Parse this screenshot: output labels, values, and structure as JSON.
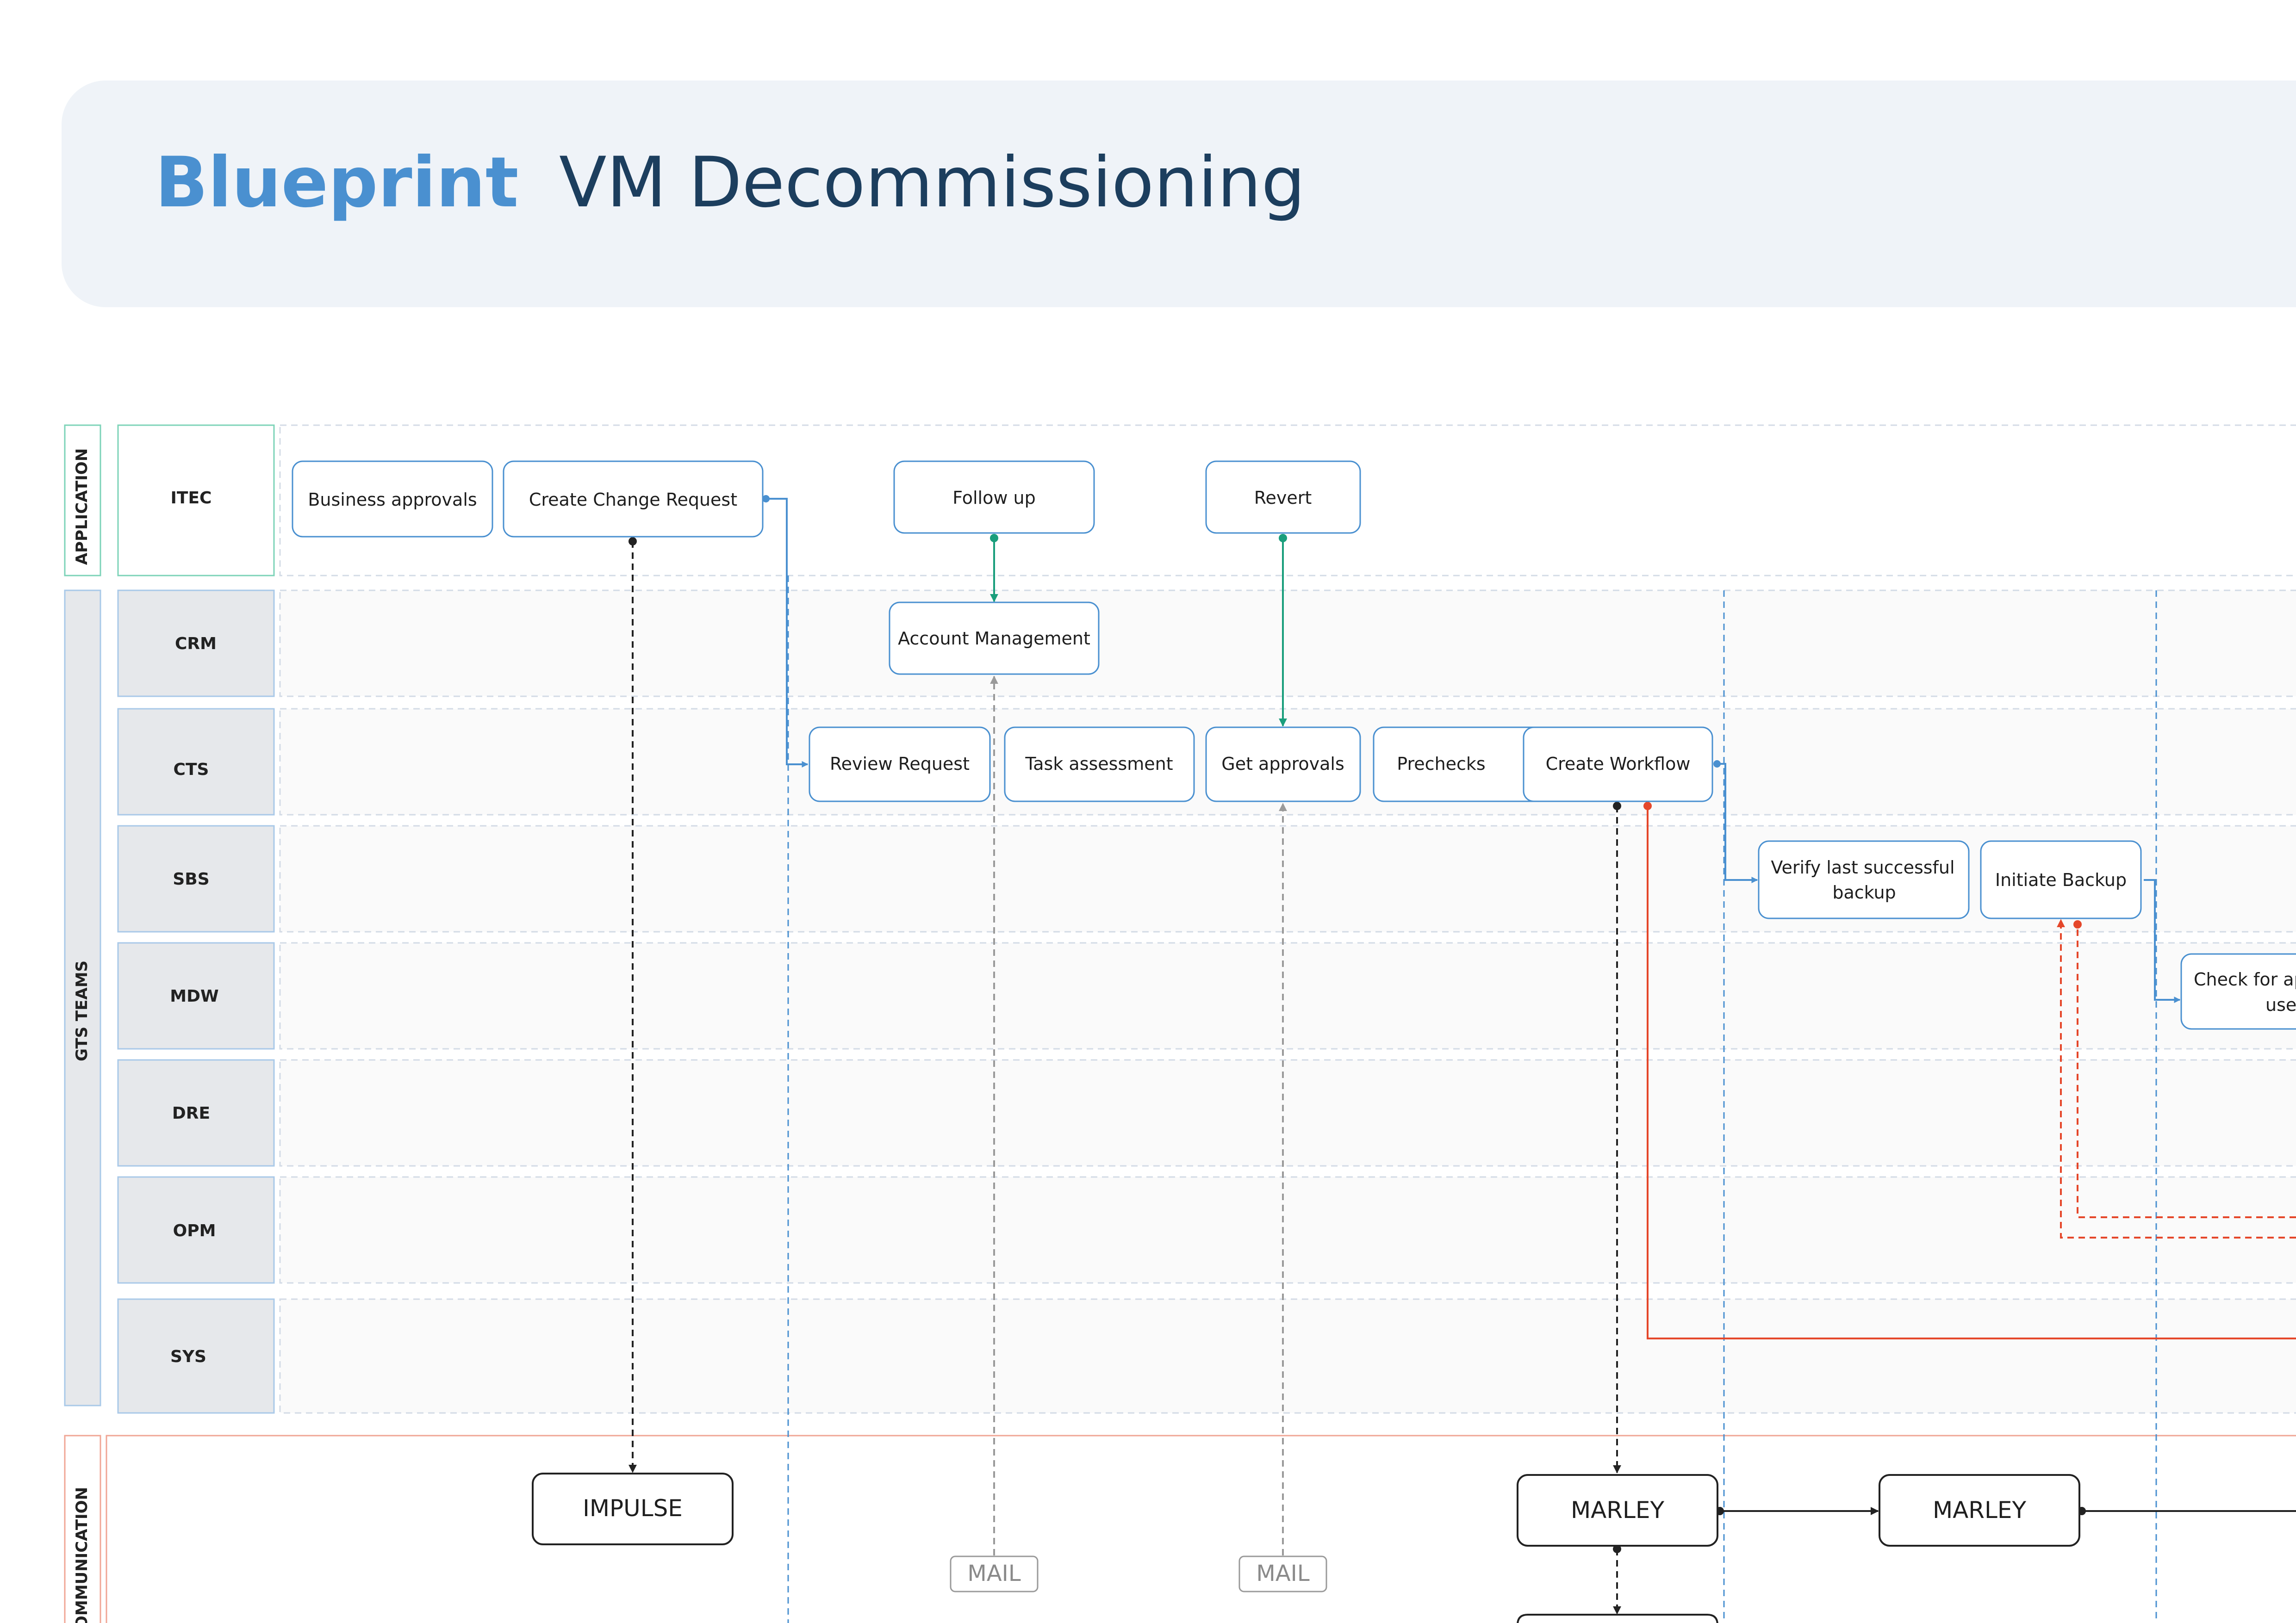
{
  "header": {
    "brand": "Blueprint",
    "title": "VM Decommissioning"
  },
  "groups": [
    {
      "id": "application",
      "label": "APPLICATION"
    },
    {
      "id": "gts",
      "label": "GTS TEAMS"
    },
    {
      "id": "communication",
      "label": "COMMUNICATION"
    }
  ],
  "lanes": [
    {
      "id": "itec",
      "label": "ITEC"
    },
    {
      "id": "crm",
      "label": "CRM"
    },
    {
      "id": "cts",
      "label": "CTS"
    },
    {
      "id": "sbs",
      "label": "SBS"
    },
    {
      "id": "mdw",
      "label": "MDW"
    },
    {
      "id": "dre",
      "label": "DRE"
    },
    {
      "id": "opm",
      "label": "OPM"
    },
    {
      "id": "sys",
      "label": "SYS"
    }
  ],
  "steps": [
    {
      "id": "business-approvals",
      "lines": [
        "Business approvals"
      ]
    },
    {
      "id": "create-change-request",
      "lines": [
        "Create Change Request"
      ]
    },
    {
      "id": "follow-up",
      "lines": [
        "Follow up"
      ]
    },
    {
      "id": "revert",
      "lines": [
        "Revert"
      ]
    },
    {
      "id": "account-management",
      "lines": [
        "Account Management"
      ]
    },
    {
      "id": "review-request",
      "lines": [
        "Review Request"
      ]
    },
    {
      "id": "task-assessment",
      "lines": [
        "Task assessment"
      ]
    },
    {
      "id": "get-approvals",
      "lines": [
        "Get approvals"
      ]
    },
    {
      "id": "prechecks",
      "lines": [
        "Prechecks"
      ]
    },
    {
      "id": "create-workflow",
      "lines": [
        "Create Workflow"
      ]
    },
    {
      "id": "verify-backup",
      "lines": [
        "Verify last successful",
        "backup"
      ]
    },
    {
      "id": "initiate-backup",
      "lines": [
        "Initiate Backup"
      ]
    },
    {
      "id": "check-for-app-users",
      "lines": [
        "Check for ap",
        "use"
      ]
    }
  ],
  "systems": [
    {
      "id": "impulse",
      "label": "IMPULSE"
    },
    {
      "id": "marley-1",
      "label": "MARLEY"
    },
    {
      "id": "marley-2",
      "label": "MARLEY"
    }
  ],
  "mail_tags": [
    {
      "id": "mail-1",
      "label": "MAIL"
    },
    {
      "id": "mail-2",
      "label": "MAIL"
    }
  ],
  "colors": {
    "brand": "#4a90d0",
    "title": "#1c3e5e",
    "header_bg": "#eff3f8",
    "flow_blue": "#4a90d0",
    "flow_green": "#1a9e7c",
    "flow_red": "#e5472a",
    "dashed_black": "#222222",
    "dashed_gray": "#9a9a9a",
    "lane_header_bg": "#e6e8eb"
  }
}
